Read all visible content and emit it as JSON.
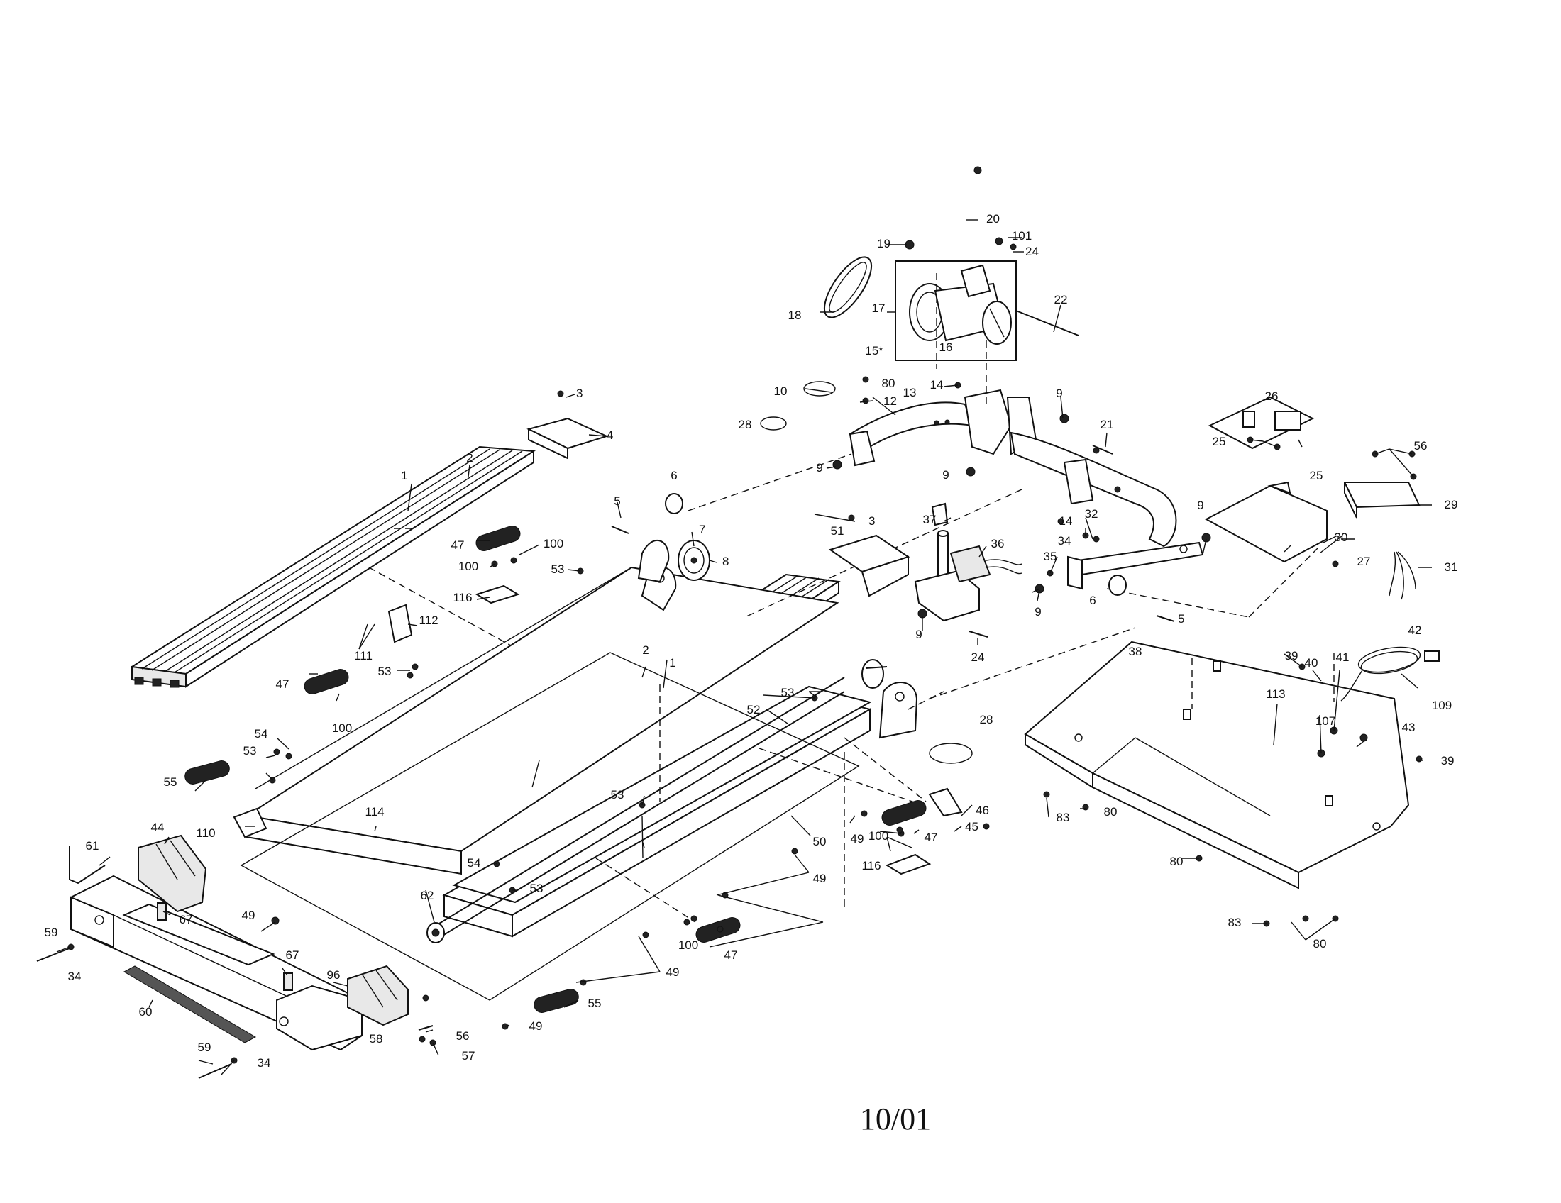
{
  "date_code": "10/01",
  "parts": [
    {
      "id": "p1a",
      "label": "1"
    },
    {
      "id": "p1b",
      "label": "1"
    },
    {
      "id": "p2a",
      "label": "2"
    },
    {
      "id": "p2b",
      "label": "2"
    },
    {
      "id": "p3a",
      "label": "3"
    },
    {
      "id": "p3b",
      "label": "3"
    },
    {
      "id": "p4",
      "label": "4"
    },
    {
      "id": "p5a",
      "label": "5"
    },
    {
      "id": "p5b",
      "label": "5"
    },
    {
      "id": "p6a",
      "label": "6"
    },
    {
      "id": "p6b",
      "label": "6"
    },
    {
      "id": "p7",
      "label": "7"
    },
    {
      "id": "p8",
      "label": "8"
    },
    {
      "id": "p9a",
      "label": "9"
    },
    {
      "id": "p9b",
      "label": "9"
    },
    {
      "id": "p9c",
      "label": "9"
    },
    {
      "id": "p9d",
      "label": "9"
    },
    {
      "id": "p9e",
      "label": "9"
    },
    {
      "id": "p9f",
      "label": "9"
    },
    {
      "id": "p10",
      "label": "10"
    },
    {
      "id": "p12",
      "label": "12"
    },
    {
      "id": "p13",
      "label": "13"
    },
    {
      "id": "p14a",
      "label": "14"
    },
    {
      "id": "p14b",
      "label": "14"
    },
    {
      "id": "p15",
      "label": "15*"
    },
    {
      "id": "p16",
      "label": "16"
    },
    {
      "id": "p17",
      "label": "17"
    },
    {
      "id": "p18",
      "label": "18"
    },
    {
      "id": "p19",
      "label": "19"
    },
    {
      "id": "p20",
      "label": "20"
    },
    {
      "id": "p21",
      "label": "21"
    },
    {
      "id": "p22",
      "label": "22"
    },
    {
      "id": "p24a",
      "label": "24"
    },
    {
      "id": "p24b",
      "label": "24"
    },
    {
      "id": "p25a",
      "label": "25"
    },
    {
      "id": "p25b",
      "label": "25"
    },
    {
      "id": "p26",
      "label": "26"
    },
    {
      "id": "p27",
      "label": "27"
    },
    {
      "id": "p28a",
      "label": "28"
    },
    {
      "id": "p28b",
      "label": "28"
    },
    {
      "id": "p29",
      "label": "29"
    },
    {
      "id": "p30",
      "label": "30"
    },
    {
      "id": "p31",
      "label": "31"
    },
    {
      "id": "p32",
      "label": "32"
    },
    {
      "id": "p34a",
      "label": "34"
    },
    {
      "id": "p34b",
      "label": "34"
    },
    {
      "id": "p34c",
      "label": "34"
    },
    {
      "id": "p35",
      "label": "35"
    },
    {
      "id": "p36",
      "label": "36"
    },
    {
      "id": "p37",
      "label": "37"
    },
    {
      "id": "p38",
      "label": "38"
    },
    {
      "id": "p39a",
      "label": "39"
    },
    {
      "id": "p39b",
      "label": "39"
    },
    {
      "id": "p40",
      "label": "40"
    },
    {
      "id": "p41",
      "label": "41"
    },
    {
      "id": "p42",
      "label": "42"
    },
    {
      "id": "p43",
      "label": "43"
    },
    {
      "id": "p44",
      "label": "44"
    },
    {
      "id": "p45",
      "label": "45"
    },
    {
      "id": "p46",
      "label": "46"
    },
    {
      "id": "p47a",
      "label": "47"
    },
    {
      "id": "p47b",
      "label": "47"
    },
    {
      "id": "p47c",
      "label": "47"
    },
    {
      "id": "p47d",
      "label": "47"
    },
    {
      "id": "p49a",
      "label": "49"
    },
    {
      "id": "p49b",
      "label": "49"
    },
    {
      "id": "p49c",
      "label": "49"
    },
    {
      "id": "p49d",
      "label": "49"
    },
    {
      "id": "p49e",
      "label": "49"
    },
    {
      "id": "p50",
      "label": "50"
    },
    {
      "id": "p51",
      "label": "51"
    },
    {
      "id": "p52",
      "label": "52"
    },
    {
      "id": "p53a",
      "label": "53"
    },
    {
      "id": "p53b",
      "label": "53"
    },
    {
      "id": "p53c",
      "label": "53"
    },
    {
      "id": "p53d",
      "label": "53"
    },
    {
      "id": "p53e",
      "label": "53"
    },
    {
      "id": "p53f",
      "label": "53"
    },
    {
      "id": "p54a",
      "label": "54"
    },
    {
      "id": "p54b",
      "label": "54"
    },
    {
      "id": "p55a",
      "label": "55"
    },
    {
      "id": "p55b",
      "label": "55"
    },
    {
      "id": "p56a",
      "label": "56"
    },
    {
      "id": "p56b",
      "label": "56"
    },
    {
      "id": "p57",
      "label": "57"
    },
    {
      "id": "p58",
      "label": "58"
    },
    {
      "id": "p59a",
      "label": "59"
    },
    {
      "id": "p59b",
      "label": "59"
    },
    {
      "id": "p60",
      "label": "60"
    },
    {
      "id": "p61",
      "label": "61"
    },
    {
      "id": "p62",
      "label": "62"
    },
    {
      "id": "p67a",
      "label": "67"
    },
    {
      "id": "p67b",
      "label": "67"
    },
    {
      "id": "p80a",
      "label": "80"
    },
    {
      "id": "p80b",
      "label": "80"
    },
    {
      "id": "p80c",
      "label": "80"
    },
    {
      "id": "p80d",
      "label": "80"
    },
    {
      "id": "p83a",
      "label": "83"
    },
    {
      "id": "p83b",
      "label": "83"
    },
    {
      "id": "p96",
      "label": "96"
    },
    {
      "id": "p100a",
      "label": "100"
    },
    {
      "id": "p100b",
      "label": "100"
    },
    {
      "id": "p100c",
      "label": "100"
    },
    {
      "id": "p100d",
      "label": "100"
    },
    {
      "id": "p100e",
      "label": "100"
    },
    {
      "id": "p101",
      "label": "101"
    },
    {
      "id": "p107",
      "label": "107"
    },
    {
      "id": "p109",
      "label": "109"
    },
    {
      "id": "p110",
      "label": "110"
    },
    {
      "id": "p111",
      "label": "111"
    },
    {
      "id": "p112",
      "label": "112"
    },
    {
      "id": "p113",
      "label": "113"
    },
    {
      "id": "p114",
      "label": "114"
    },
    {
      "id": "p116a",
      "label": "116"
    },
    {
      "id": "p116b",
      "label": "116"
    }
  ]
}
